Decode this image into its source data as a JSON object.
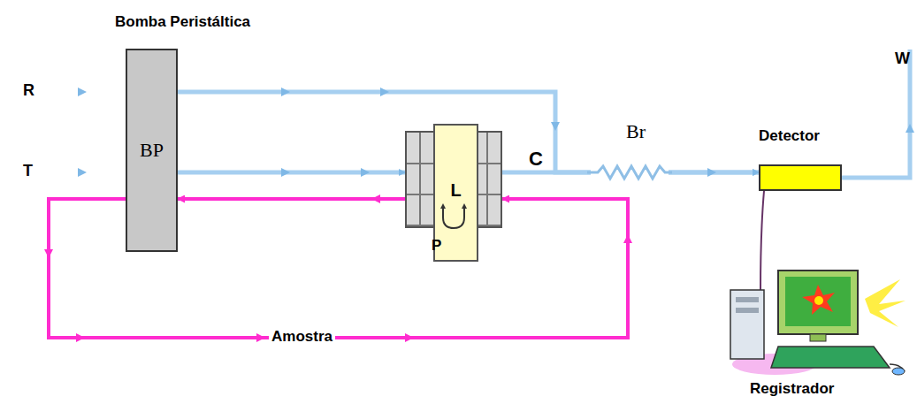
{
  "diagram": {
    "nodes": [
      {
        "text": [
          "Bomba Peristáltica",
          "BP"
        ]
      },
      {
        "text": [
          "P"
        ]
      },
      {
        "text": [
          "L"
        ],
        "in": 1
      },
      {
        "text": [
          "Detector"
        ]
      },
      {
        "text": [
          "Registrador"
        ]
      }
    ],
    "edges": [
      {
        "from": 0,
        "to": 1,
        "arrow": "to"
      },
      {
        "from": 1,
        "to": 3,
        "arrow": "to"
      },
      {
        "from": 0,
        "to": 3,
        "arrow": "to"
      },
      {
        "from": 1,
        "to": 0,
        "arrow": "to"
      },
      {
        "from": 0,
        "to": 1,
        "arrow": "to"
      },
      {
        "from": 3,
        "to": 4,
        "arrow": "none"
      }
    ],
    "labels": [
      "R",
      "T",
      "C",
      "Br",
      "W",
      "Amostra"
    ]
  }
}
